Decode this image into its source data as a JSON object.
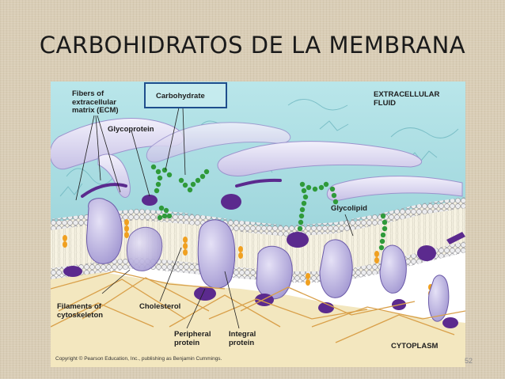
{
  "slide": {
    "title": "CARBOHIDRATOS DE LA MEMBRANA",
    "page_number": "52"
  },
  "figure": {
    "labels": {
      "fibers_ecm": [
        "Fibers of",
        "extracellular",
        "matrix (ECM)"
      ],
      "carbohydrate": "Carbohydrate",
      "extracellular_fluid": [
        "EXTRACELLULAR",
        "FLUID"
      ],
      "glycoprotein": "Glycoprotein",
      "glycolipid": "Glycolipid",
      "filaments": [
        "Filaments of",
        "cytoskeleton"
      ],
      "cholesterol": "Cholesterol",
      "peripheral_protein": [
        "Peripheral",
        "protein"
      ],
      "integral_protein": [
        "Integral",
        "protein"
      ],
      "cytoplasm": "CYTOPLASM"
    },
    "copyright": "Copyright © Pearson Education, Inc., publishing as Benjamin Cummings."
  },
  "colors": {
    "extracellular_fluid": "#a9dde2",
    "cytoplasm": "#f3e7bf",
    "lipid_head": "#e8e8ea",
    "protein_light": "#c6bee6",
    "protein_dark": "#5b2a8e",
    "sugar_green": "#2f9a3a",
    "cholesterol": "#f0a020",
    "filament": "#d9a04a",
    "carbohydrate_box": "#1f4e8c"
  }
}
